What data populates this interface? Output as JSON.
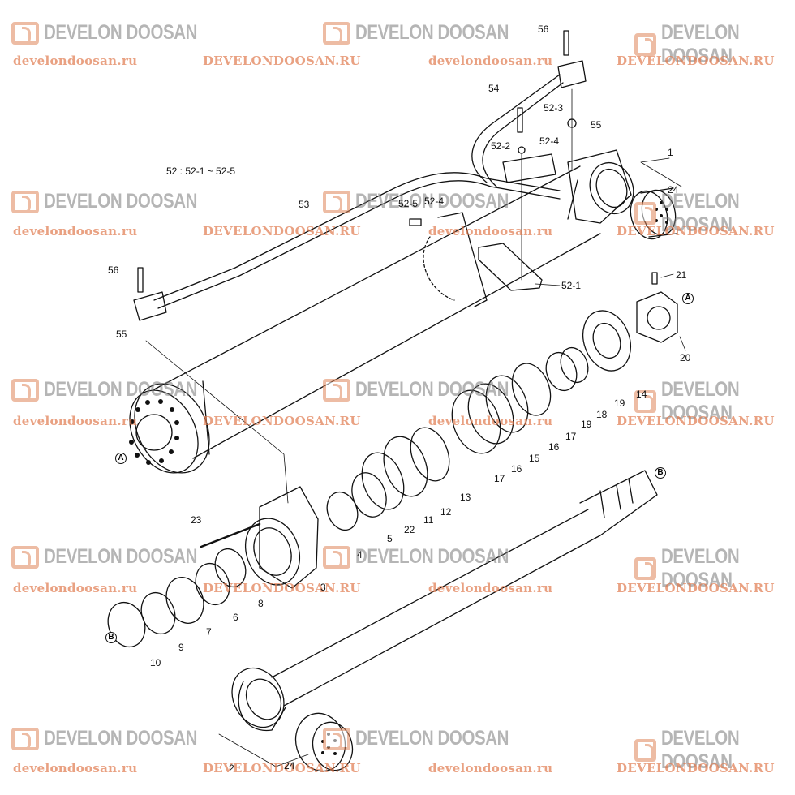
{
  "watermark": {
    "brand": "DEVELON DOOSAN",
    "url_lower": "develondoosan.ru",
    "url_upper": "DEVELONDOOSAN.RU",
    "accent": "#e0875a"
  },
  "note": "52 : 52-1 ~ 52-5",
  "labels": {
    "l1": "1",
    "l2": "2",
    "l3": "3",
    "l4": "4",
    "l5": "5",
    "l6": "6",
    "l7": "7",
    "l8": "8",
    "l9": "9",
    "l10": "10",
    "l11": "11",
    "l12": "12",
    "l13": "13",
    "l14": "14",
    "l15": "15",
    "l16a": "16",
    "l16b": "16",
    "l17a": "17",
    "l17b": "17",
    "l18": "18",
    "l19a": "19",
    "l19b": "19",
    "l20": "20",
    "l21": "21",
    "l22": "22",
    "l23": "23",
    "l24a": "24",
    "l24b": "24",
    "l52_1": "52-1",
    "l52_2": "52-2",
    "l52_3": "52-3",
    "l52_4": "52-4",
    "l52_5": "52-5",
    "l52_4b": "52-4",
    "l53": "53",
    "l54": "54",
    "l55a": "55",
    "l55b": "55",
    "l56a": "56",
    "l56b": "56"
  },
  "refs": {
    "a1": "A",
    "a2": "A",
    "b1": "B",
    "b2": "B"
  }
}
